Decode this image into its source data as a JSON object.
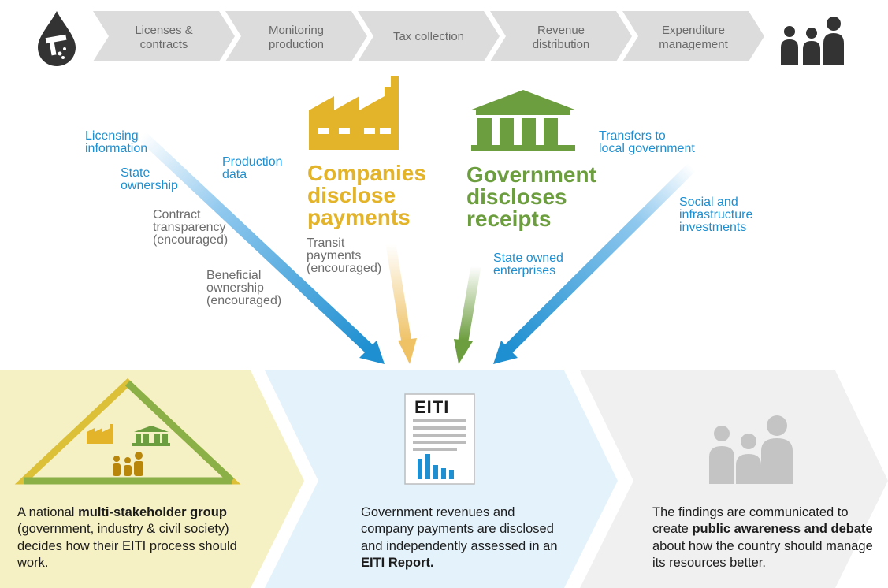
{
  "value_chain": {
    "steps": [
      "Licenses &\ncontracts",
      "Monitoring\nproduction",
      "Tax collection",
      "Revenue\ndistribution",
      "Expenditure\nmanagement"
    ]
  },
  "companies": {
    "heading": "Companies\ndisclose\npayments"
  },
  "government": {
    "heading": "Government\ndiscloses\nreceipts"
  },
  "labels": {
    "licensing": "Licensing\ninformation",
    "state_ownership": "State\nownership",
    "production_data": "Production\ndata",
    "contract_transparency": "Contract\ntransparency\n(encouraged)",
    "beneficial_ownership": "Beneficial\nownership\n(encouraged)",
    "transit_payments": "Transit\npayments\n(encouraged)",
    "soe": "State owned\nenterprises",
    "transfers": "Transfers to\nlocal government",
    "social": "Social and\ninfrastructure\ninvestments"
  },
  "report_logo": "EITI",
  "panels": {
    "left": {
      "t1": "A national ",
      "b1": "multi-stakeholder group",
      "t2": " (government, industry & civil society) decides how their EITI process should work."
    },
    "middle": {
      "t1": "Government revenues and company payments are disclosed and independently assessed in an ",
      "b1": "EITI Report."
    },
    "right": {
      "t1": "The findings are communicated to create ",
      "b1": "public awareness and debate",
      "t2": " about how the country should manage its resources better."
    }
  },
  "colors": {
    "blue": "#1e8fd0",
    "yellow": "#e3b32a",
    "green": "#6c9d3e",
    "grey_chevron": "#dedede",
    "dark_icon": "#333333"
  },
  "icons": [
    "oil-drop-icon",
    "people-icon",
    "factory-icon",
    "government-building-icon",
    "report-icon"
  ]
}
